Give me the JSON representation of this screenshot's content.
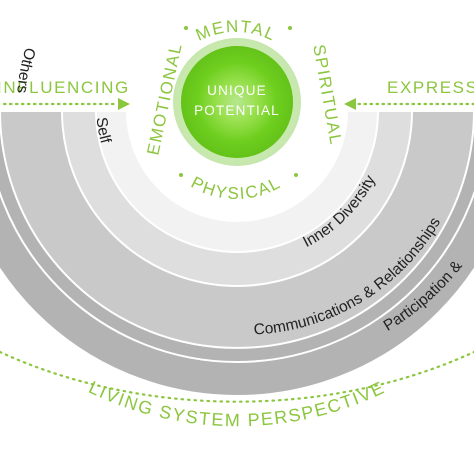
{
  "colors": {
    "accent_green": "#8cc63f",
    "core_green": "#6fcf1f",
    "ring_outer": "#b3b3b3",
    "ring_mid": "#c9c9c9",
    "ring_inner": "#dedede",
    "ring_self": "#f2f2f2",
    "dark_text": "#222222"
  },
  "core": {
    "line1": "UNIQUE",
    "line2": "POTENTIAL"
  },
  "dimensions": {
    "top": "MENTAL",
    "left": "EMOTIONAL",
    "right": "SPIRITUAL",
    "bottom": "PHYSICAL"
  },
  "flows": {
    "left": "INFLUENCING",
    "right": "EXPRESSING"
  },
  "rings": {
    "self": "Self",
    "others": "Others",
    "inner_diversity": "Inner Diversity",
    "communications": "Communications & Relationships",
    "participation": "Participation &"
  },
  "perspective": "LIVING SYSTEM PERSPECTIVE"
}
